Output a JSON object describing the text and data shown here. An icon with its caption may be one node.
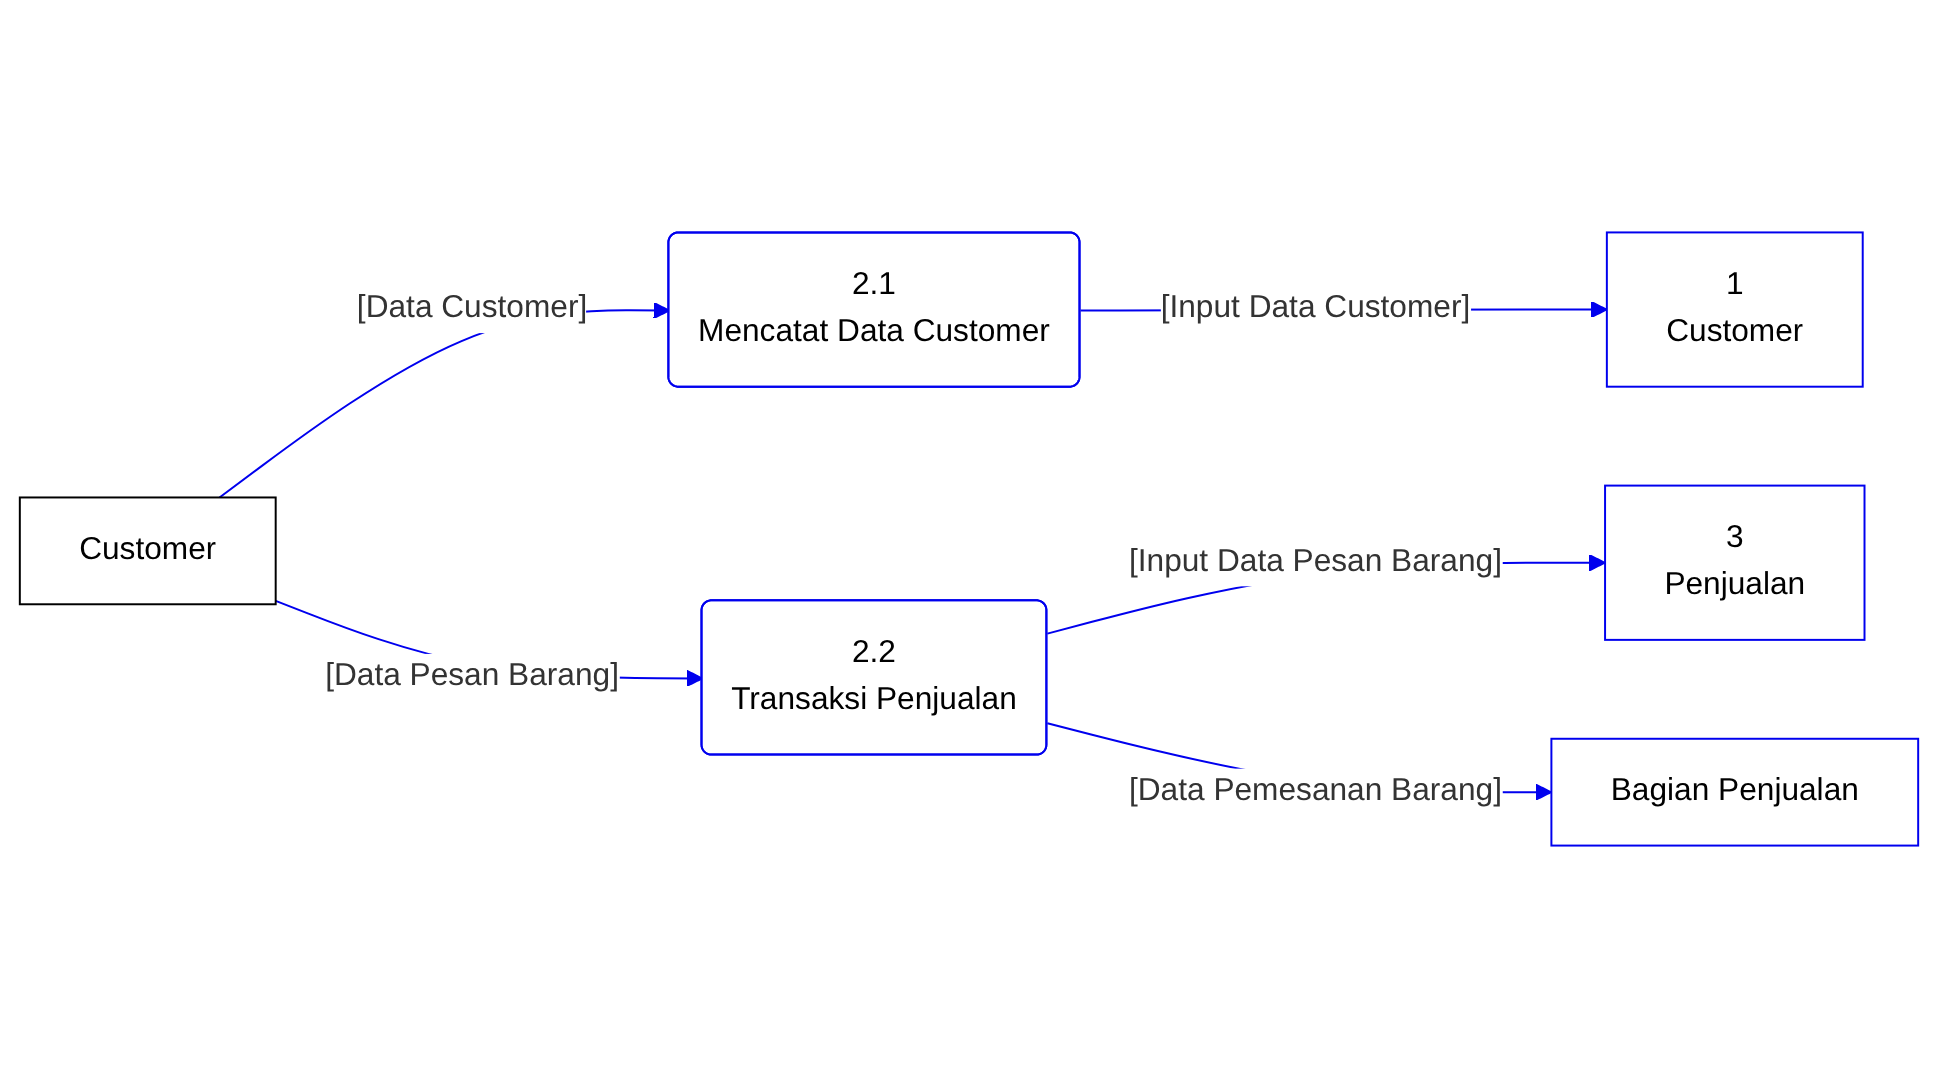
{
  "diagram": {
    "nodes": [
      {
        "text": [
          "Customer"
        ]
      },
      {
        "text": [
          "2.1",
          "Mencatat Data Customer"
        ]
      },
      {
        "text": [
          "1",
          "Customer"
        ]
      },
      {
        "text": [
          "2.2",
          "Transaksi Penjualan"
        ]
      },
      {
        "text": [
          "3",
          "Penjualan"
        ]
      },
      {
        "text": [
          "Bagian Penjualan"
        ]
      }
    ],
    "edges": [
      {
        "from": 0,
        "to": 1,
        "arrow": "to",
        "label": "[Data Customer]"
      },
      {
        "from": 1,
        "to": 2,
        "arrow": "to",
        "label": "[Input Data Customer]"
      },
      {
        "from": 0,
        "to": 3,
        "arrow": "to",
        "label": "[Data Pesan Barang]"
      },
      {
        "from": 3,
        "to": 4,
        "arrow": "to",
        "label": "[Input Data Pesan Barang]"
      },
      {
        "from": 3,
        "to": 5,
        "arrow": "to",
        "label": "[Data Pemesanan Barang]"
      }
    ]
  }
}
